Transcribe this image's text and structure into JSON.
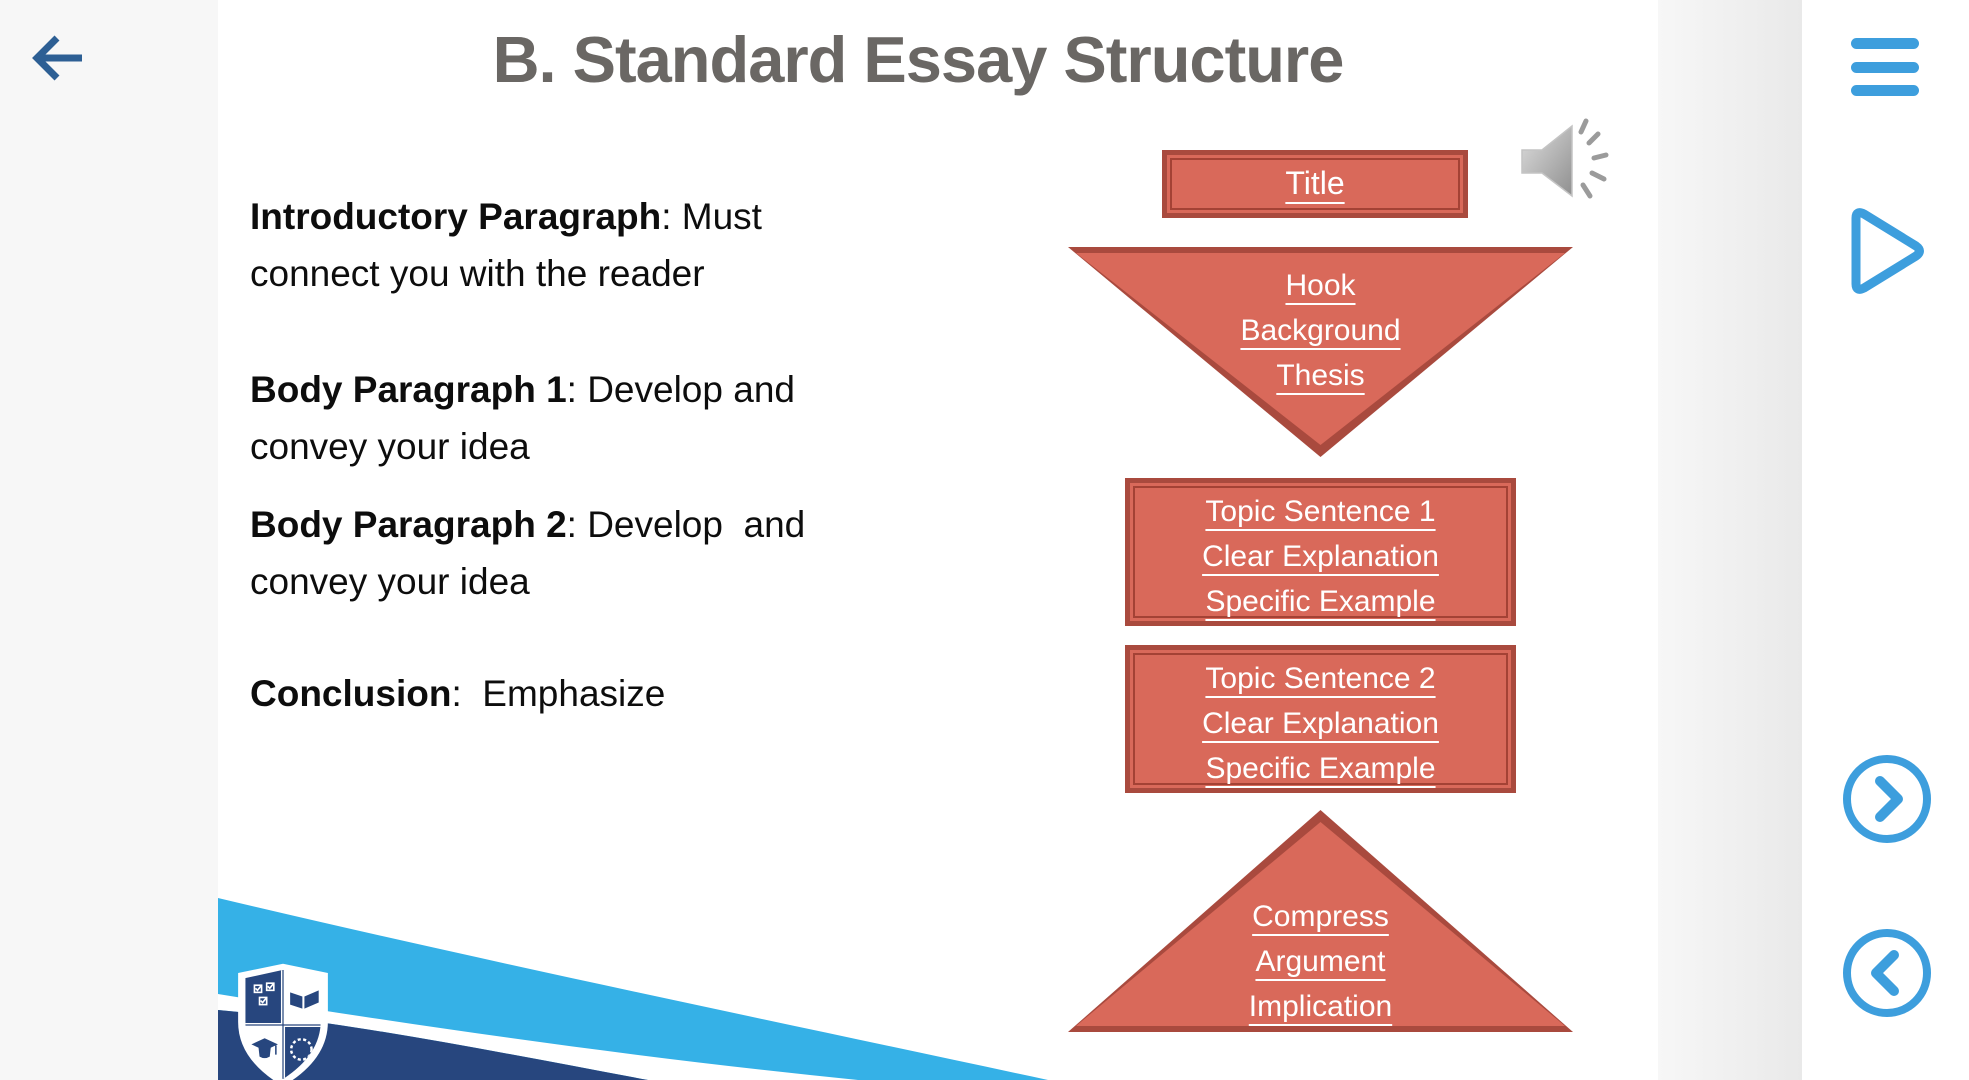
{
  "slide": {
    "title": "B. Standard Essay Structure",
    "paragraphs": [
      {
        "bold": "Introductory Paragraph",
        "rest": ": Must connect you with the reader"
      },
      {
        "bold": "Body Paragraph 1",
        "rest": ": Develop and convey your idea"
      },
      {
        "bold": "Body Paragraph 2",
        "rest": ": Develop  and convey your idea"
      },
      {
        "bold": "Conclusion",
        "rest": ":  Emphasize"
      }
    ],
    "diagram": {
      "title_box": {
        "label": "Title"
      },
      "intro_triangle": {
        "lines": [
          "Hook",
          "Background",
          "Thesis"
        ]
      },
      "body1_box": {
        "lines": [
          "Topic Sentence 1",
          "Clear Explanation",
          "Specific Example"
        ]
      },
      "body2_box": {
        "lines": [
          "Topic Sentence 2",
          "Clear Explanation",
          "Specific Example"
        ]
      },
      "conclusion_triangle": {
        "lines": [
          "Compress",
          "Argument",
          "Implication"
        ]
      }
    },
    "icons": {
      "audio": "speaker-icon",
      "logo": "school-crest-logo"
    }
  },
  "controls": {
    "back": "back-arrow-icon",
    "menu": "menu-icon",
    "play": "play-icon",
    "next": "next-icon",
    "previous": "previous-icon"
  },
  "colors": {
    "shape_fill": "#d9695a",
    "shape_border": "#a94a3e",
    "control_blue": "#3d9edd",
    "navy": "#27467e",
    "light_blue": "#35b1e7",
    "title_gray": "#6a6764",
    "back_arrow_blue": "#2d5f94"
  }
}
